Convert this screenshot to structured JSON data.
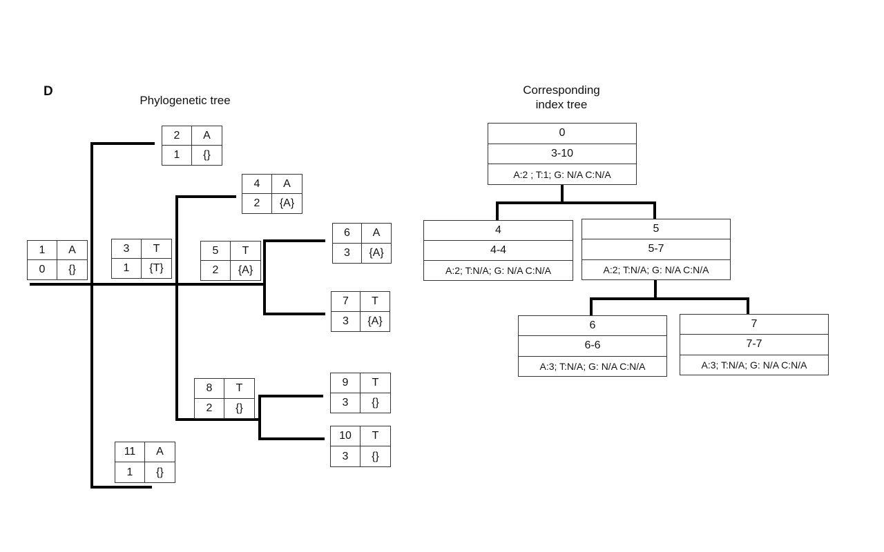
{
  "panel_label": "D",
  "phylo": {
    "title": "Phylogenetic tree",
    "nodes": [
      {
        "id": "1",
        "base": "A",
        "depth": "0",
        "set": "{}"
      },
      {
        "id": "2",
        "base": "A",
        "depth": "1",
        "set": "{}"
      },
      {
        "id": "3",
        "base": "T",
        "depth": "1",
        "set": "{T}"
      },
      {
        "id": "4",
        "base": "A",
        "depth": "2",
        "set": "{A}"
      },
      {
        "id": "5",
        "base": "T",
        "depth": "2",
        "set": "{A}"
      },
      {
        "id": "6",
        "base": "A",
        "depth": "3",
        "set": "{A}"
      },
      {
        "id": "7",
        "base": "T",
        "depth": "3",
        "set": "{A}"
      },
      {
        "id": "8",
        "base": "T",
        "depth": "2",
        "set": "{}"
      },
      {
        "id": "9",
        "base": "T",
        "depth": "3",
        "set": "{}"
      },
      {
        "id": "10",
        "base": "T",
        "depth": "3",
        "set": "{}"
      },
      {
        "id": "11",
        "base": "A",
        "depth": "1",
        "set": "{}"
      }
    ]
  },
  "index": {
    "title_line1": "Corresponding",
    "title_line2": "index tree",
    "nodes": [
      {
        "id": "0",
        "range": "3-10",
        "counts": "A:2 ; T:1; G: N/A C:N/A"
      },
      {
        "id": "4",
        "range": "4-4",
        "counts": "A:2; T:N/A; G: N/A C:N/A"
      },
      {
        "id": "5",
        "range": "5-7",
        "counts": "A:2; T:N/A; G: N/A C:N/A"
      },
      {
        "id": "6",
        "range": "6-6",
        "counts": "A:3; T:N/A; G: N/A C:N/A"
      },
      {
        "id": "7",
        "range": "7-7",
        "counts": "A:3; T:N/A; G: N/A C:N/A"
      }
    ]
  }
}
